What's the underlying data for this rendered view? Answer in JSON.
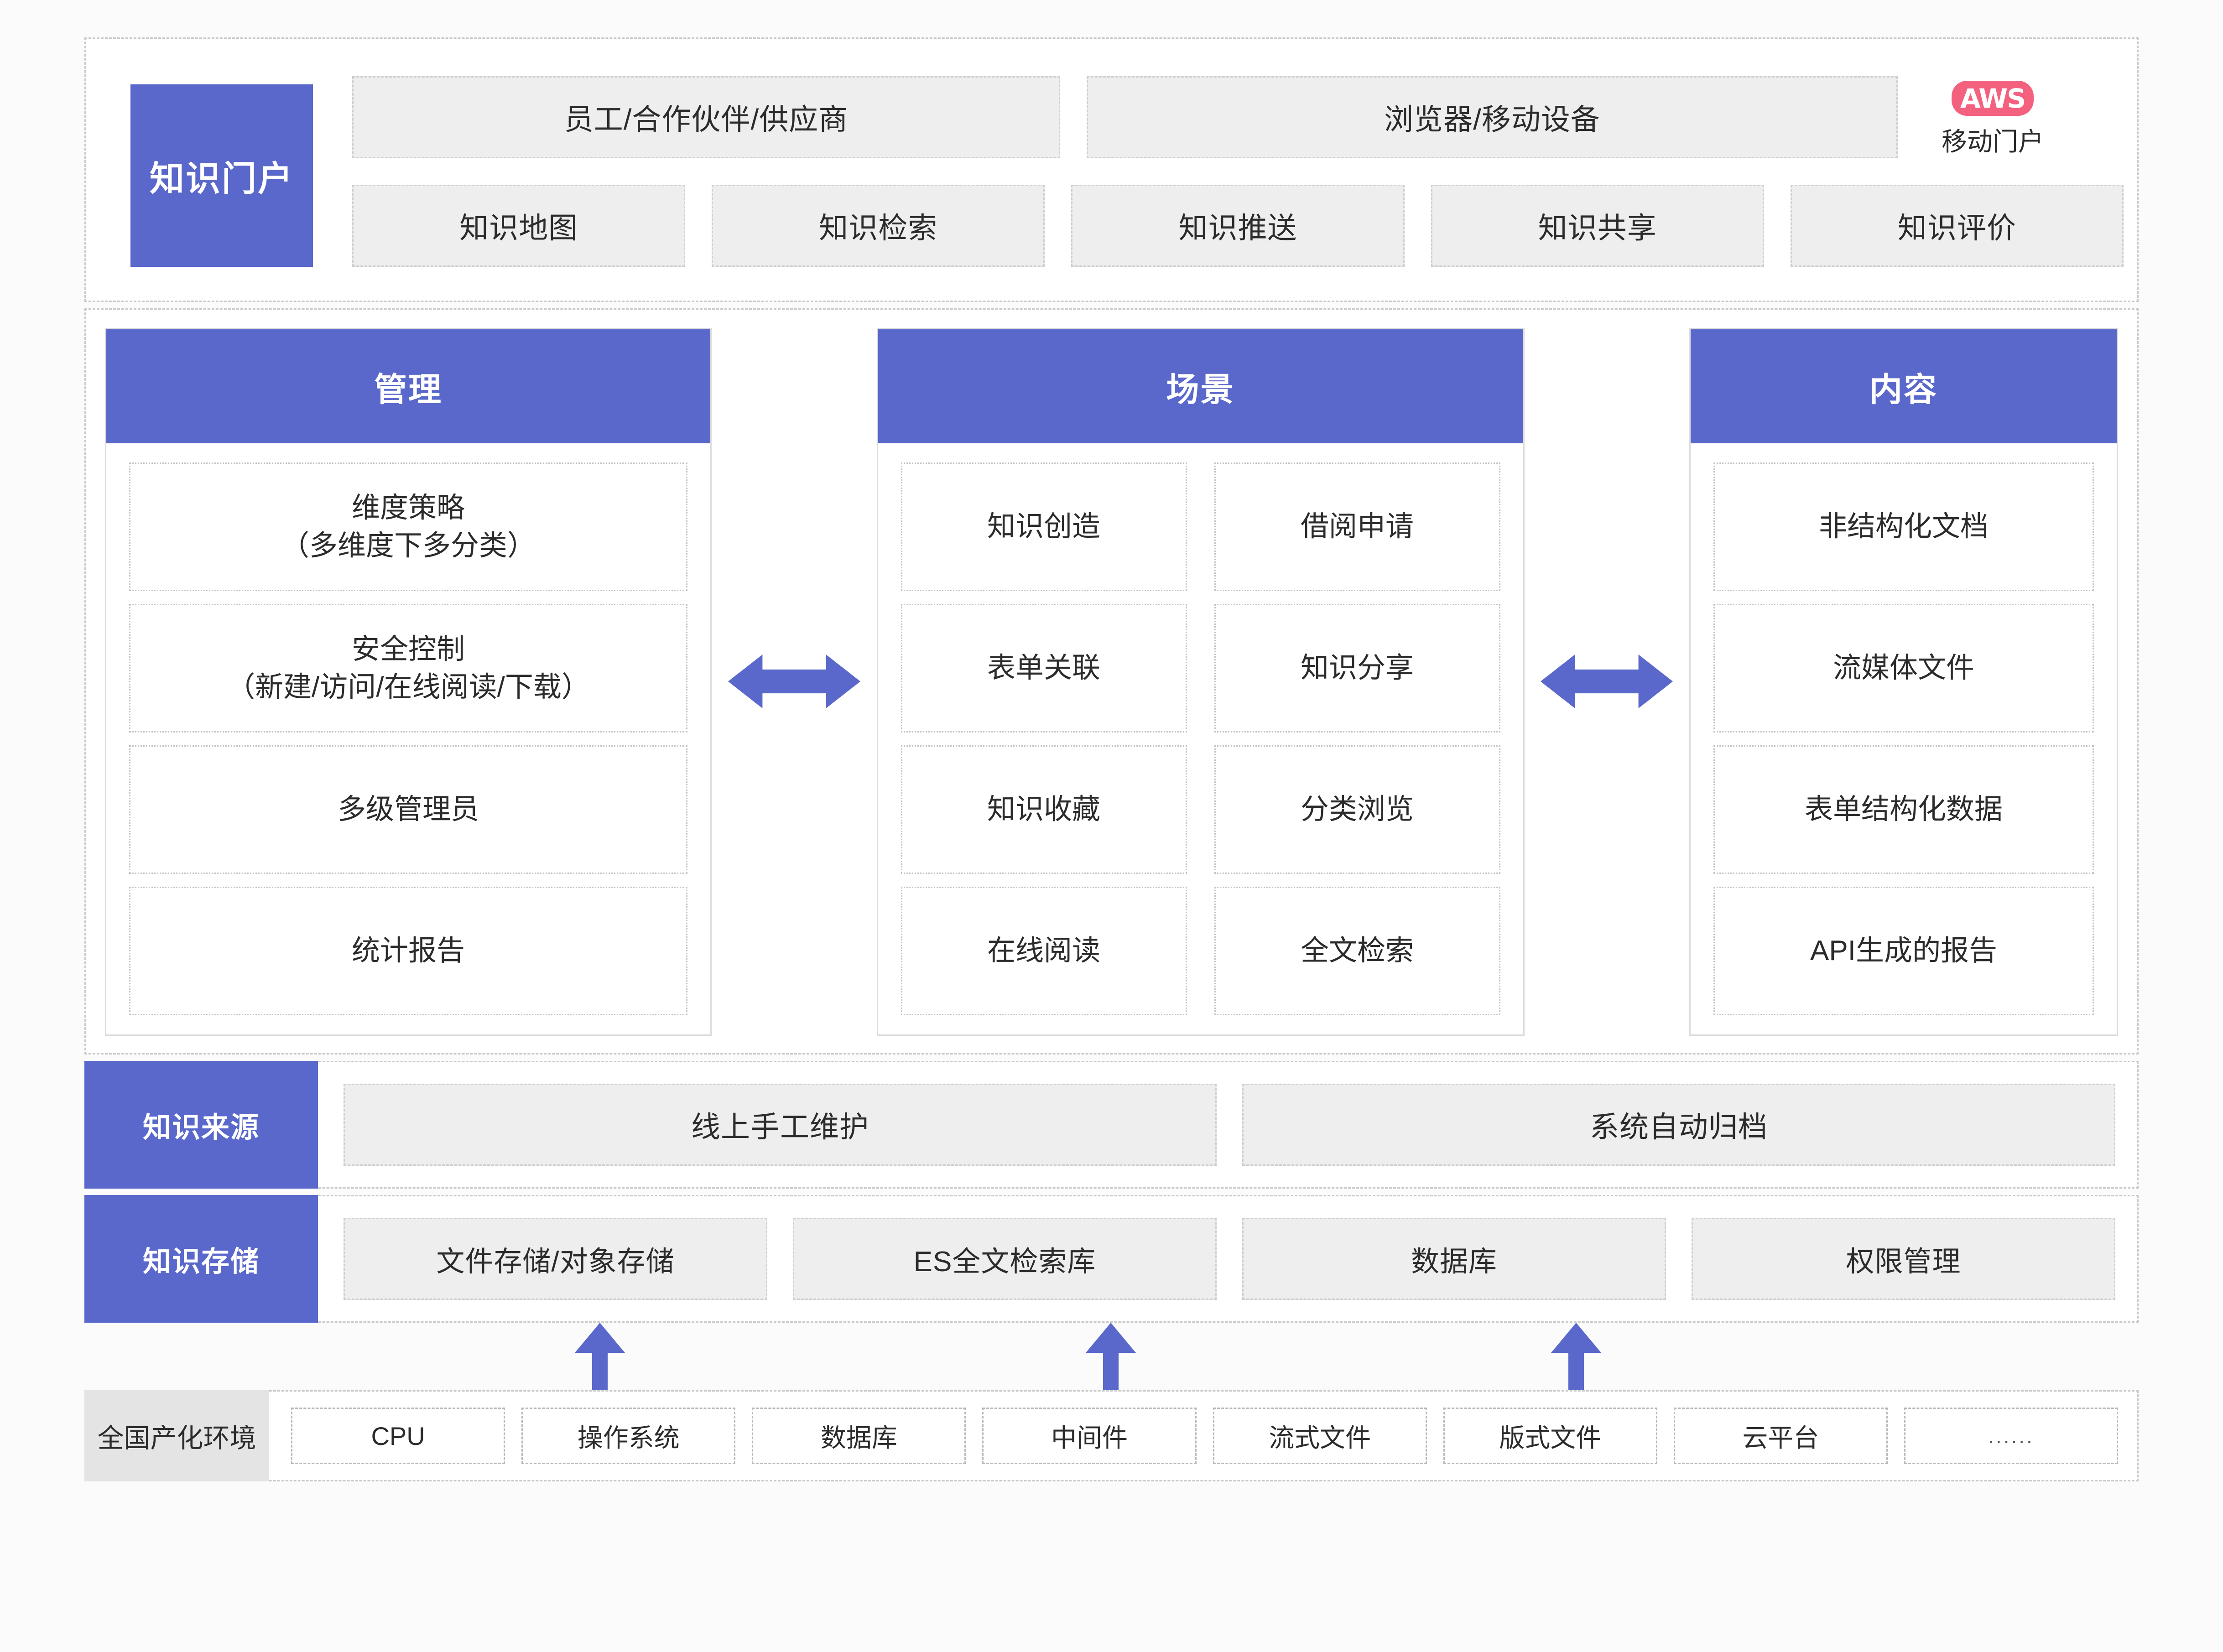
{
  "theme": {
    "accent_blue": "#5a68cb",
    "logo_pink": "#f4617f",
    "box_gray": "#eeeeee",
    "base_label_gray": "#e4e4e4",
    "page_background": "#fbfbfb",
    "text_dark": "#2b2b2b"
  },
  "portal": {
    "label": "知识门户",
    "users_box": "员工/合作伙伴/供应商",
    "devices_box": "浏览器/移动设备",
    "mobile": {
      "logo_text": "AWS",
      "caption": "移动门户"
    },
    "features": [
      "知识地图",
      "知识检索",
      "知识推送",
      "知识共享",
      "知识评价"
    ]
  },
  "pillars": [
    {
      "title": "管理",
      "layout": "single",
      "items": [
        "维度策略\n（多维度下多分类）",
        "安全控制\n（新建/访问/在线阅读/下载）",
        "多级管理员",
        "统计报告"
      ]
    },
    {
      "title": "场景",
      "layout": "double",
      "items": [
        "知识创造",
        "借阅申请",
        "表单关联",
        "知识分享",
        "知识收藏",
        "分类浏览",
        "在线阅读",
        "全文检索"
      ]
    },
    {
      "title": "内容",
      "layout": "single",
      "items": [
        "非结构化文档",
        "流媒体文件",
        "表单结构化数据",
        "API生成的报告"
      ]
    }
  ],
  "source": {
    "label": "知识来源",
    "items": [
      "线上手工维护",
      "系统自动归档"
    ]
  },
  "storage": {
    "label": "知识存储",
    "items": [
      "文件存储/对象存储",
      "ES全文检索库",
      "数据库",
      "权限管理"
    ]
  },
  "base": {
    "label": "全国产化环境",
    "items": [
      "CPU",
      "操作系统",
      "数据库",
      "中间件",
      "流式文件",
      "版式文件",
      "云平台",
      "......"
    ]
  }
}
